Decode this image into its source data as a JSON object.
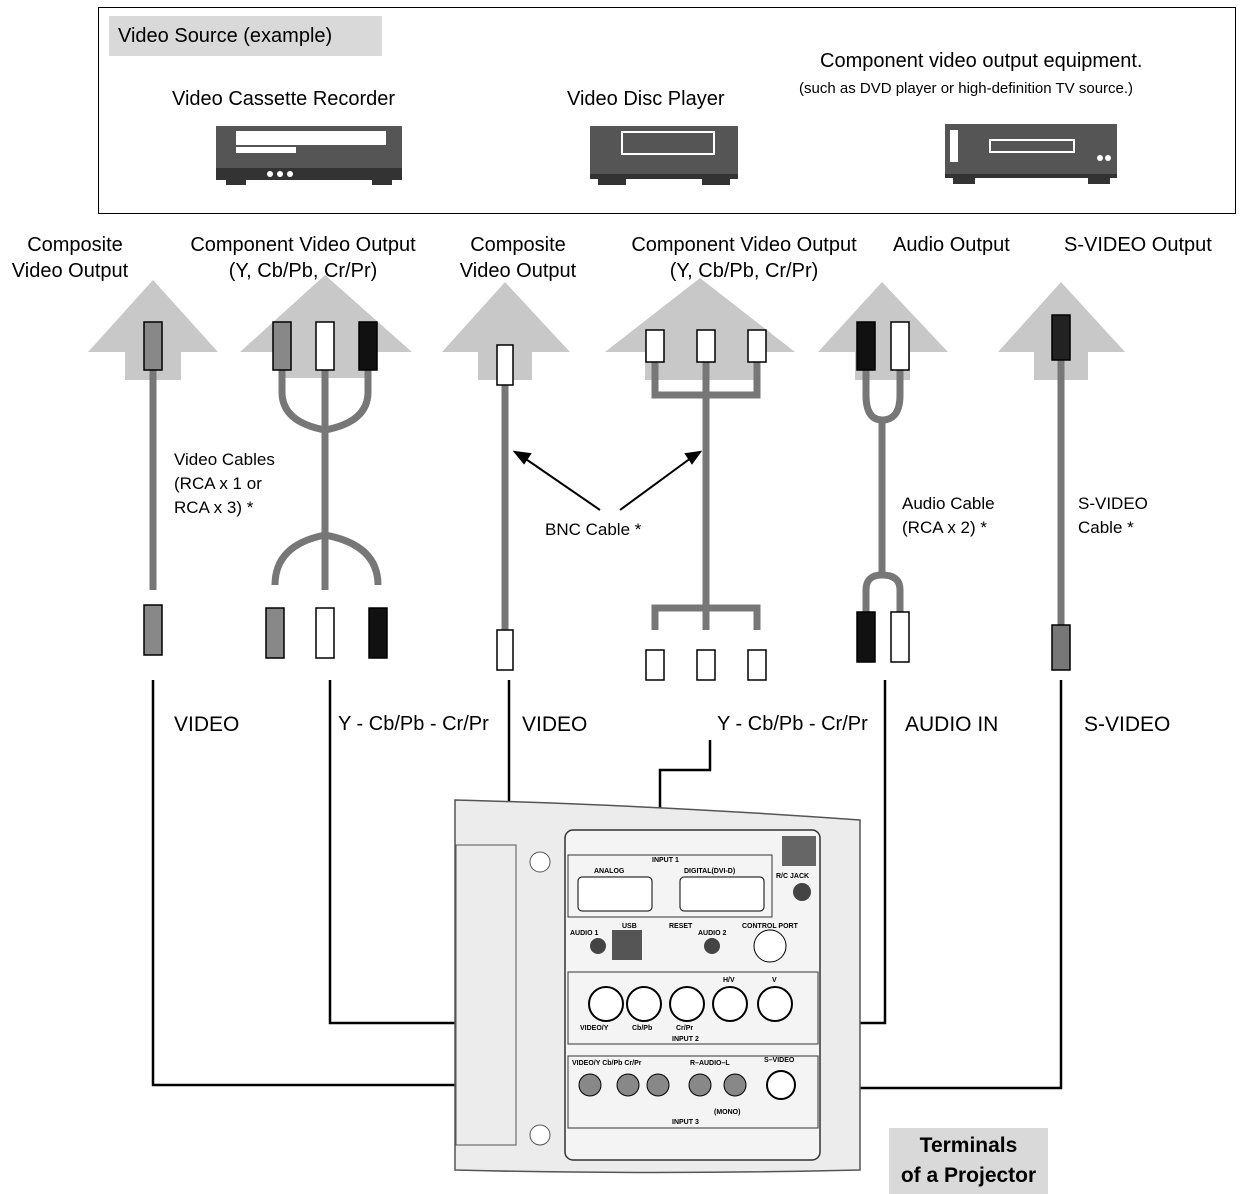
{
  "source_box": {
    "tag": "Video Source (example)",
    "vcr": "Video Cassette Recorder",
    "disc": "Video Disc Player",
    "component_title": "Component video output equipment.",
    "component_note": "(such as DVD player or high-definition TV source.)"
  },
  "outputs": {
    "composite1_l1": "Composite",
    "composite1_l2": "Video Output",
    "component1_l1": "Component Video Output",
    "component1_l2": "(Y, Cb/Pb, Cr/Pr)",
    "composite2_l1": "Composite",
    "composite2_l2": "Video Output",
    "component2_l1": "Component Video Output",
    "component2_l2": "(Y, Cb/Pb, Cr/Pr)",
    "audio": "Audio Output",
    "svideo": "S-VIDEO Output"
  },
  "cables": {
    "video_l1": "Video Cables",
    "video_l2": "(RCA x 1 or",
    "video_l3": "RCA x 3) *",
    "bnc": "BNC Cable *",
    "audio_l1": "Audio Cable",
    "audio_l2": "(RCA x 2) *",
    "svideo_l1": "S-VIDEO",
    "svideo_l2": "Cable *"
  },
  "terminals": {
    "video1": "VIDEO",
    "ycbcr1": "Y - Cb/Pb - Cr/Pr",
    "video2": "VIDEO",
    "ycbcr2": "Y - Cb/Pb - Cr/Pr",
    "audio_in": "AUDIO IN",
    "svideo": "S-VIDEO"
  },
  "panel": {
    "input1": "INPUT 1",
    "analog": "ANALOG",
    "digital": "DIGITAL(DVI-D)",
    "rc_jack": "R/C JACK",
    "usb": "USB",
    "reset": "RESET",
    "audio1": "AUDIO 1",
    "audio2": "AUDIO 2",
    "control_port": "CONTROL PORT",
    "hv": "H/V",
    "v": "V",
    "videoy": "VIDEO/Y",
    "cbpb": "Cb/Pb",
    "crpr": "Cr/Pr",
    "input2": "INPUT 2",
    "in3_labels": "VIDEO/Y Cb/Pb   Cr/Pr",
    "raudiol": "R–AUDIO–L",
    "s_video": "S–VIDEO",
    "mono": "(MONO)",
    "input3": "INPUT 3"
  },
  "caption": {
    "line1": "Terminals",
    "line2": "of a Projector"
  }
}
